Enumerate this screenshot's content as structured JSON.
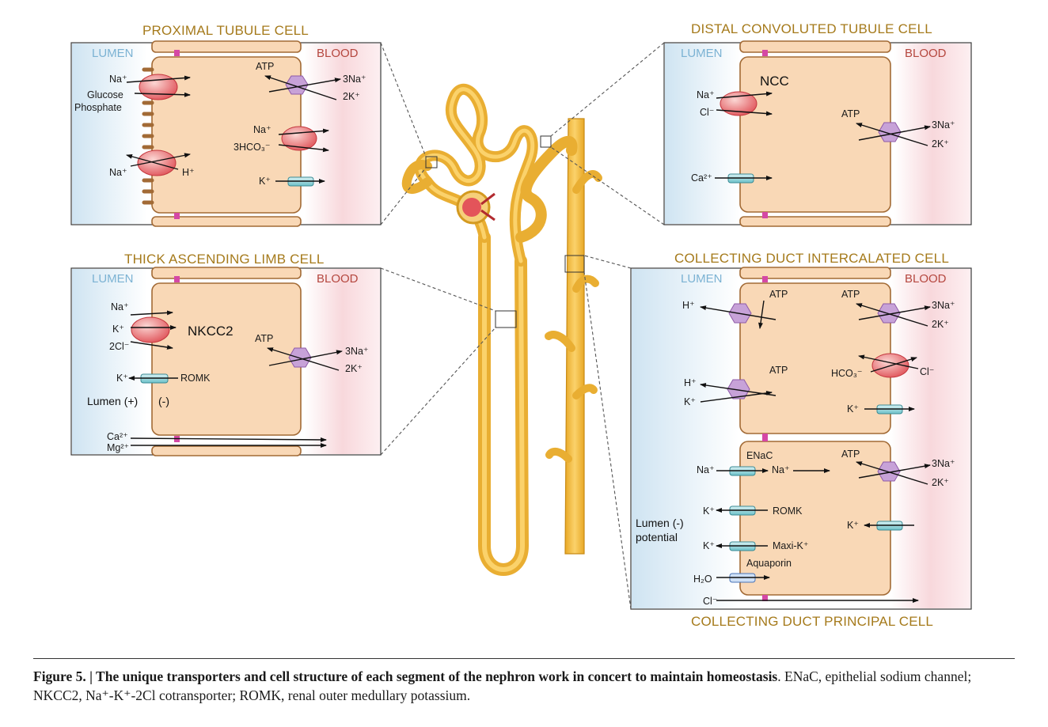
{
  "panels": {
    "proximal": {
      "title": "PROXIMAL TUBULE CELL",
      "lumen": "LUMEN",
      "blood": "BLOOD",
      "labels": [
        "Na⁺",
        "Glucose",
        "Phosphate",
        "Na⁺",
        "H⁺",
        "ATP",
        "3Na⁺",
        "2K⁺",
        "Na⁺",
        "3HCO₃⁻",
        "K⁺"
      ]
    },
    "distal": {
      "title": "DISTAL CONVOLUTED TUBULE CELL",
      "lumen": "LUMEN",
      "blood": "BLOOD",
      "labels": [
        "Na⁺",
        "Cl⁻",
        "NCC",
        "ATP",
        "3Na⁺",
        "2K⁺",
        "Ca²⁺"
      ]
    },
    "thick": {
      "title": "THICK ASCENDING LIMB CELL",
      "lumen": "LUMEN",
      "blood": "BLOOD",
      "labels": [
        "Na⁺",
        "K⁺",
        "2Cl⁻",
        "NKCC2",
        "ATP",
        "3Na⁺",
        "2K⁺",
        "K⁺",
        "ROMK",
        "Lumen (+)",
        "(-)",
        "Ca²⁺",
        "Mg²⁺"
      ]
    },
    "collecting": {
      "title": "COLLECTING DUCT INTERCALATED CELL",
      "bottom_title": "COLLECTING DUCT PRINCIPAL CELL",
      "lumen": "LUMEN",
      "blood": "BLOOD",
      "labels": [
        "H⁺",
        "ATP",
        "ATP",
        "3Na⁺",
        "2K⁺",
        "HCO₃⁻",
        "Cl⁻",
        "H⁺",
        "K⁺",
        "ATP",
        "K⁺",
        "ENaC",
        "Na⁺",
        "Na⁺",
        "ATP",
        "3Na⁺",
        "2K⁺",
        "K⁺",
        "ROMK",
        "Lumen (-)",
        "potential",
        "K⁺",
        "Maxi-K⁺",
        "Aquaporin",
        "H₂O",
        "K⁺",
        "Cl⁻"
      ]
    }
  },
  "caption": {
    "label": "Figure 5. | ",
    "bold_text": "The unique transporters and cell structure of each segment of the nephron work in concert to maintain homeostasis",
    "rest": ". ENaC, epithelial sodium channel; NKCC2, Na⁺-K⁺-2Cl cotransporter; ROMK, renal outer medullary potassium."
  }
}
